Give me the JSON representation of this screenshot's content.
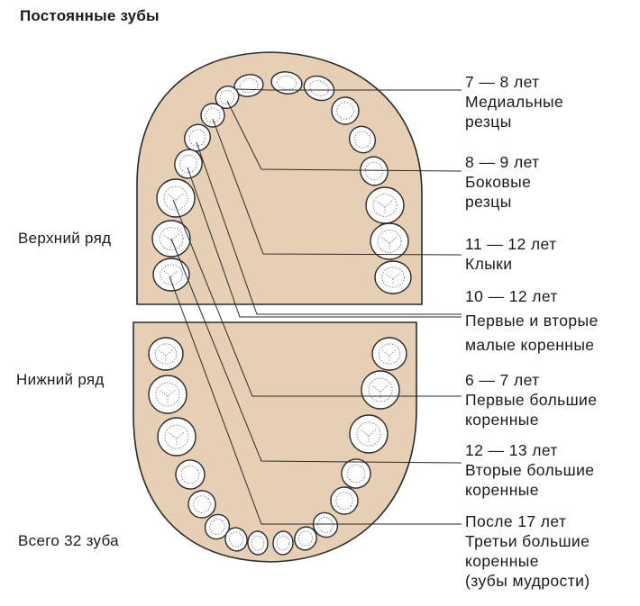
{
  "title": "Постоянные зубы",
  "left_labels": {
    "upper_row": "Верхний ряд",
    "lower_row": "Нижний ряд",
    "total": "Всего 32 зуба"
  },
  "groups": [
    {
      "age": "7 — 8 лет",
      "name_line1": "Медиальные",
      "name_line2": "резцы"
    },
    {
      "age": "8 — 9 лет",
      "name_line1": "Боковые",
      "name_line2": "резцы"
    },
    {
      "age": "11 — 12 лет",
      "name_line1": "Клыки",
      "name_line2": ""
    },
    {
      "age": "10 — 12 лет",
      "name_line1": "Первые и вторые",
      "name_line2": "малые коренные"
    },
    {
      "age": "6 — 7 лет",
      "name_line1": "Первые большие",
      "name_line2": "коренные"
    },
    {
      "age": "12 — 13 лет",
      "name_line1": "Вторые большие",
      "name_line2": "коренные"
    },
    {
      "age": "После 17 лет",
      "name_line1": "Третьи большие",
      "name_line2": "коренные",
      "name_line3": "(зубы мудрости)"
    }
  ],
  "colors": {
    "jaw_fill": "#e6cfb4",
    "outline": "#2a2a2a",
    "tooth_fill": "#ffffff"
  }
}
